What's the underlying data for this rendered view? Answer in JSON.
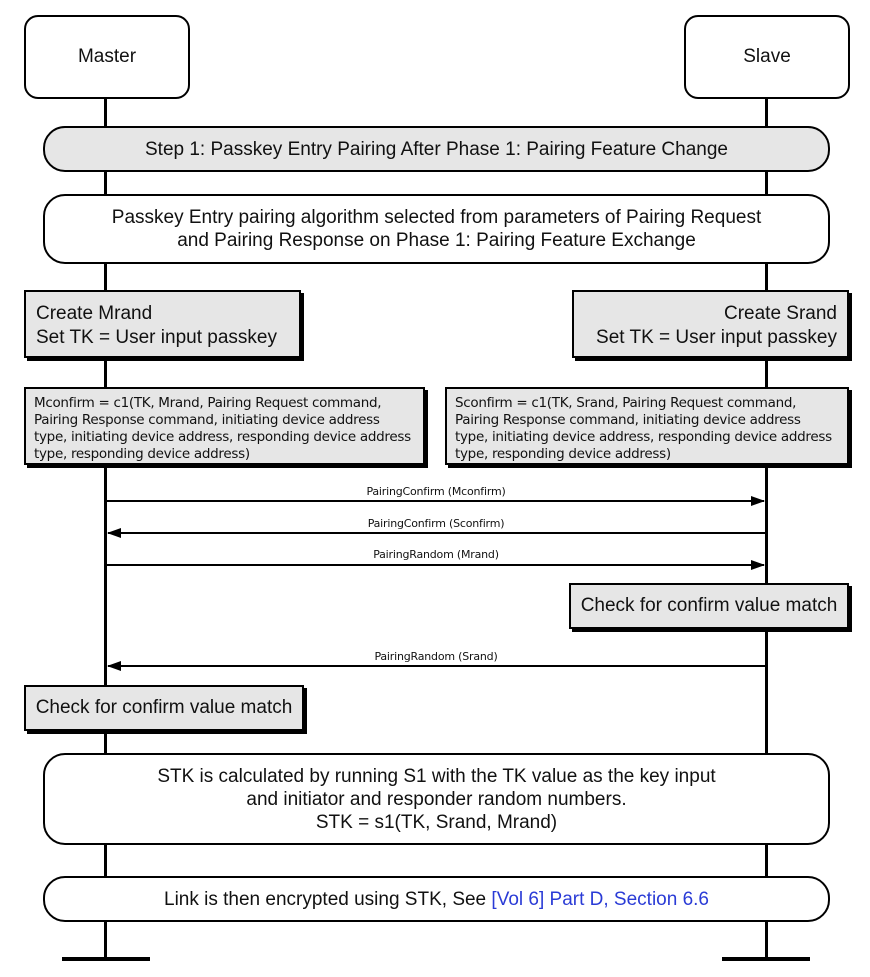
{
  "actors": {
    "left": "Master",
    "right": "Slave"
  },
  "step_band": "Step 1: Passkey Entry Pairing After Phase 1: Pairing Feature Change",
  "algo_band": {
    "line1": "Passkey Entry pairing algorithm selected from parameters of Pairing Request",
    "line2": "and Pairing Response on Phase 1: Pairing Feature Exchange"
  },
  "master_create": {
    "line1": "Create Mrand",
    "line2": "Set TK = User input passkey"
  },
  "slave_create": {
    "line1": "Create Srand",
    "line2": "Set TK = User input passkey"
  },
  "mconfirm": {
    "line1": "Mconfirm = c1(TK, Mrand, Pairing Request command,",
    "line2": "Pairing Response command, initiating device address",
    "line3": "type, initiating device address, responding device address",
    "line4": "type, responding device address)"
  },
  "sconfirm": {
    "line1": "Sconfirm = c1(TK, Srand, Pairing Request command,",
    "line2": "Pairing Response command, initiating device address",
    "line3": "type, initiating device address, responding device address",
    "line4": "type, responding device address)"
  },
  "messages": [
    {
      "label": "PairingConfirm (Mconfirm)",
      "direction": "master-to-slave"
    },
    {
      "label": "PairingConfirm (Sconfirm)",
      "direction": "slave-to-master"
    },
    {
      "label": "PairingRandom (Mrand)",
      "direction": "master-to-slave"
    },
    {
      "label": "PairingRandom (Srand)",
      "direction": "slave-to-master"
    }
  ],
  "slave_check": "Check for confirm value match",
  "master_check": "Check for confirm value match",
  "stk_band": {
    "line1": "STK is calculated by running S1 with the TK value as the key input",
    "line2": "and initiator and responder random numbers.",
    "line3": "STK = s1(TK, Srand, Mrand)"
  },
  "link_band": {
    "text": "Link is then encrypted using STK, See ",
    "link": "[Vol 6] Part D, Section 6.6"
  },
  "colors": {
    "box_fill": "#e6e6e6",
    "link": "#2a3bd6",
    "line": "#000000"
  }
}
